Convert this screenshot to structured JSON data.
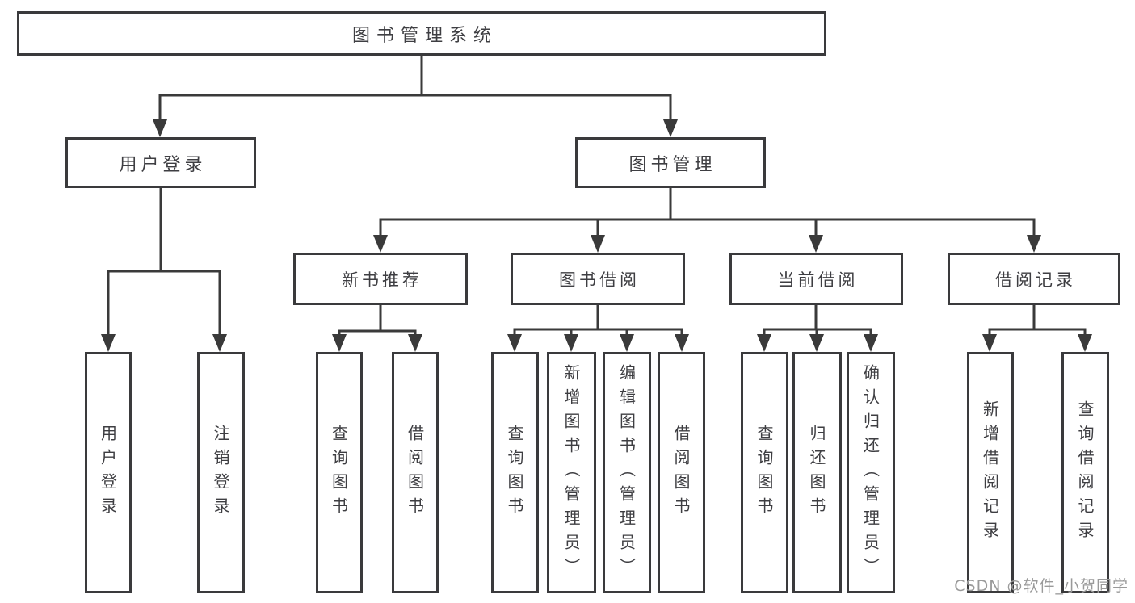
{
  "tree": {
    "root": {
      "label": "图书管理系统"
    },
    "branches": [
      {
        "label": "用户登录",
        "children": [
          {
            "label": "用户登录"
          },
          {
            "label": "注销登录"
          }
        ]
      },
      {
        "label": "图书管理",
        "children": [
          {
            "label": "新书推荐",
            "children": [
              {
                "label": "查询图书"
              },
              {
                "label": "借阅图书"
              }
            ]
          },
          {
            "label": "图书借阅",
            "children": [
              {
                "label": "查询图书"
              },
              {
                "label": "新增图书（管理员）"
              },
              {
                "label": "编辑图书（管理员）"
              },
              {
                "label": "借阅图书"
              }
            ]
          },
          {
            "label": "当前借阅",
            "children": [
              {
                "label": "查询图书"
              },
              {
                "label": "归还图书"
              },
              {
                "label": "确认归还（管理员）"
              }
            ]
          },
          {
            "label": "借阅记录",
            "children": [
              {
                "label": "新增借阅记录"
              },
              {
                "label": "查询借阅记录"
              }
            ]
          }
        ]
      }
    ]
  },
  "watermark": {
    "text": "CSDN @软件_小贺同学"
  },
  "colors": {
    "line": "#3a3a3a",
    "border": "#3a3a3c",
    "text": "#3e3e42",
    "watermark": "#9a9a9a",
    "background": "#ffffff"
  }
}
